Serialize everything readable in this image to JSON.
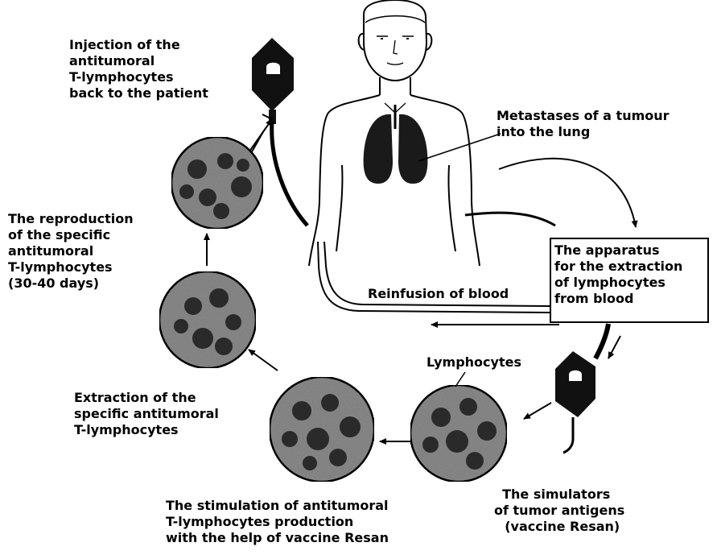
{
  "labels": {
    "injection": [
      "Injection of the",
      "antitumoral",
      "T-lymphocytes",
      "back to the patient"
    ],
    "metastases": [
      "Metastases of a tumour",
      "into the lung"
    ],
    "reproduction": [
      "The reproduction",
      "of the specific",
      "antitumoral",
      "T-lymphocytes",
      "(30-40 days)"
    ],
    "apparatus": [
      "The apparatus",
      "for the extraction",
      "of lymphocytes",
      "from blood"
    ],
    "reinfusion": "Reinfusion of blood",
    "lymphocytes": "Lymphocytes",
    "extraction": [
      "Extraction of the",
      "specific antitumoral",
      "T-lymphocytes"
    ],
    "stimulation": [
      "The stimulation of antitumoral",
      "T-lymphocytes production",
      "with the help of vaccine Resan"
    ],
    "simulators": [
      "The simulators",
      "of tumor antigens",
      "(vaccine Resan)"
    ]
  },
  "colors": {
    "ink": "#000000",
    "culture_fill": "#8c8c8c",
    "cell_fill": "#2a2a2a",
    "lung_fill": "#1a1a1a",
    "background": "#ffffff"
  },
  "icons": [
    "patient-figure",
    "lungs-icon",
    "iv-bag-icon",
    "cell-culture-dish"
  ]
}
